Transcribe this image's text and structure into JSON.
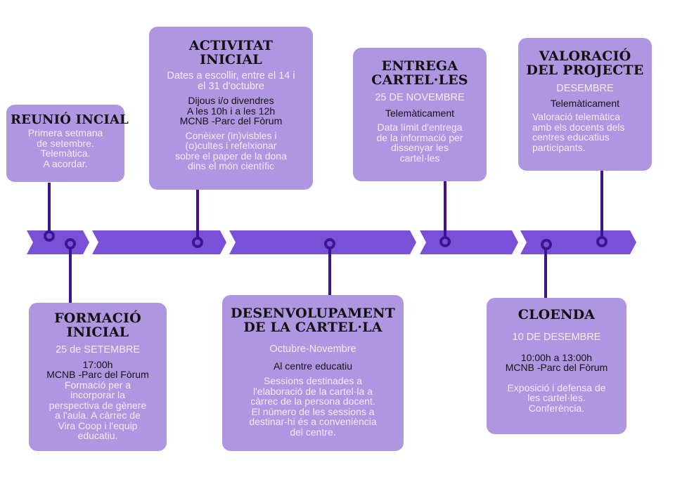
{
  "colors": {
    "card_bg": "#ae96e0",
    "band": "#7b50d9",
    "connector": "#3d1591",
    "title_text": "#111111",
    "light_text": "#f4ecf5",
    "dark_text": "#141414"
  },
  "timeline": {
    "segments": 5,
    "marker_icon": "ring-marker"
  },
  "cards": {
    "reunio_inicial": {
      "title": [
        "REUNIÓ INCIAL"
      ],
      "light1": [
        "Primera setmana",
        "de setembre.",
        "Telemàtica.",
        "A acordar."
      ]
    },
    "activitat_inicial": {
      "title": [
        "ACTIVITAT",
        "INICIAL"
      ],
      "light1": [
        "Dates a escollir, entre el 14 i",
        "el 31 d'octubre"
      ],
      "dark": [
        "Dijous i/o divendres",
        "A les 10h i a les 12h",
        "MCNB -Parc del Fòrum"
      ],
      "light2": [
        "Conèixer (in)visbles i",
        "(o)cultes i refelxionar",
        "sobre el paper de la dona",
        "dins el món científic"
      ]
    },
    "entrega_cartelles": {
      "title": [
        "ENTREGA",
        "CARTEL·LES"
      ],
      "light1": [
        "25 DE NOVEMBRE"
      ],
      "dark": [
        "Telemàticament"
      ],
      "light2": [
        "Data límit d'entrega",
        "de la informació per",
        "dissenyar les",
        "cartel·les"
      ]
    },
    "valoracio_projecte": {
      "title": [
        "VALORACIÓ",
        "DEL PROJECTE"
      ],
      "light1": [
        "DESEMBRE"
      ],
      "dark": [
        "Telemàticament"
      ],
      "light2": [
        "Valoració telemàtica",
        "amb els docents dels",
        "centres educatius",
        "participants."
      ]
    },
    "formacio_inicial": {
      "title": [
        "FORMACIÓ",
        "INICIAL"
      ],
      "light1": [
        "25 de SETEMBRE"
      ],
      "dark": [
        "17:00h",
        "MCNB -Parc del Fòrum"
      ],
      "light2": [
        "Formació per a",
        "incorporar la",
        "perspectiva de gènere",
        "a l'aula. A càrrec de",
        "Vira Coop i l'equip",
        "educatiu."
      ]
    },
    "desenvolupament": {
      "title": [
        "DESENVOLUPAMENT",
        "DE LA CARTEL·LA"
      ],
      "light1": [
        "Octubre-Novembre"
      ],
      "dark": [
        "Al centre educatiu"
      ],
      "light2": [
        "Sessions destinades a",
        "l'elaboració de la cartel·la a",
        "càrrec de la persona docent.",
        "El número de les sessions a",
        "destinar-hi és a conveniència",
        "del centre."
      ]
    },
    "cloenda": {
      "title": [
        "CLOENDA"
      ],
      "light1": [
        "10 DE DESEMBRE"
      ],
      "dark": [
        "10:00h a 13:00h",
        "MCNB -Parc del Fòrum"
      ],
      "light2": [
        "Exposició i defensa de",
        "les cartel·les.",
        "Conferència."
      ]
    }
  }
}
